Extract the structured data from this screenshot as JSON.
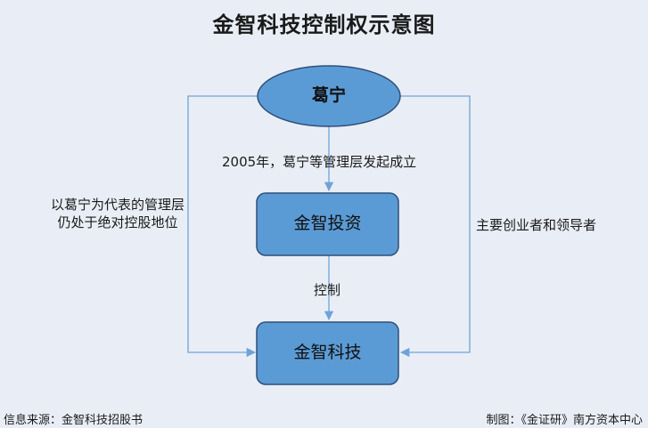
{
  "title": "金智科技控制权示意图",
  "nodes": {
    "top": "葛宁",
    "middle": "金智投资",
    "bottom": "金智科技"
  },
  "edges": {
    "top_to_middle": "2005年，葛宁等管理层发起成立",
    "middle_to_bottom": "控制",
    "left_path": "以葛宁为代表的管理层仍处于绝对控股地位",
    "right_path": "主要创业者和领导者"
  },
  "footer": {
    "source": "信息来源：金智科技招股书",
    "credit": "制图：《金证研》南方资本中心"
  },
  "colors": {
    "background": "#e9eef6",
    "node_fill": "#5b9bd5",
    "node_stroke": "#2f4f7a",
    "edge": "#6fa3d8"
  }
}
